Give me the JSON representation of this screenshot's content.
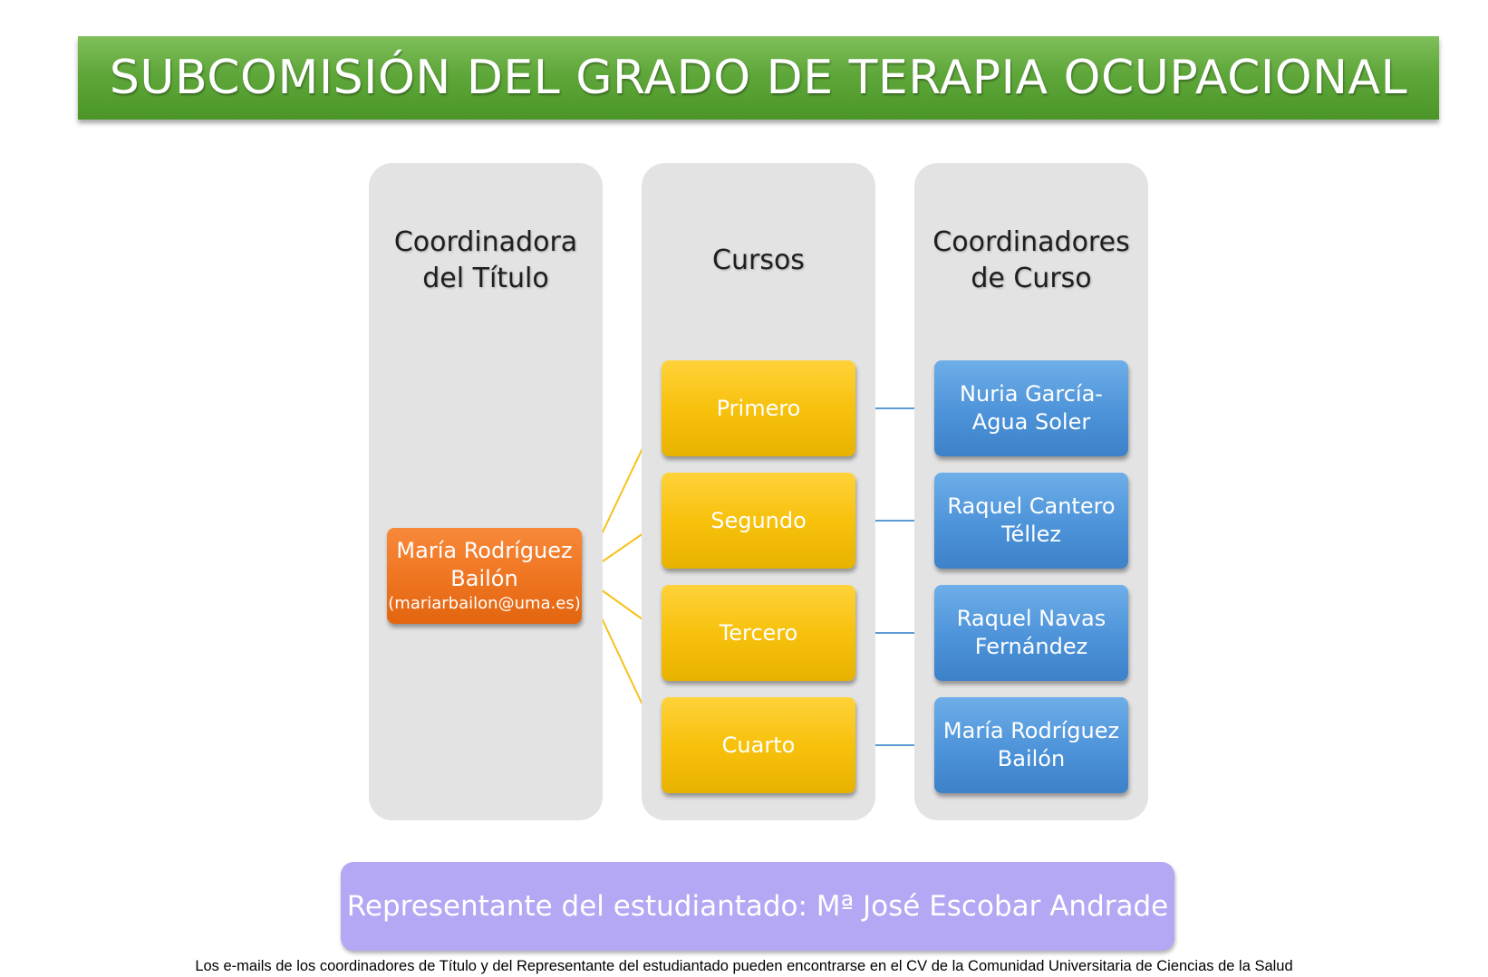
{
  "title": "SUBCOMISIÓN DEL GRADO DE TERAPIA OCUPACIONAL",
  "columns": {
    "left_title": [
      "Coordinadora",
      "del Título"
    ],
    "middle_title": "Cursos",
    "right_title": [
      "Coordinadores",
      "de Curso"
    ]
  },
  "main_coordinator": {
    "name": [
      "María Rodríguez",
      "Bailón"
    ],
    "email": "(mariarbailon@uma.es)"
  },
  "courses": [
    "Primero",
    "Segundo",
    "Tercero",
    "Cuarto"
  ],
  "course_coordinators": [
    [
      "Nuria García-",
      "Agua Soler"
    ],
    [
      "Raquel Cantero",
      "Téllez"
    ],
    [
      "Raquel Navas",
      "Fernández"
    ],
    [
      "María Rodríguez",
      "Bailón"
    ]
  ],
  "student_rep": "Representante del estudiantado: Mª José Escobar Andrade",
  "footnote": "Los e-mails de los coordinadores de Título y del Representante del estudiantado pueden encontrarse en el CV de la Comunidad Universitaria de Ciencias de la Salud",
  "colors": {
    "header_green": "#5fa73a",
    "orange": "#ef7420",
    "yellow": "#f7c10c",
    "blue": "#4d93d9",
    "purple": "#b4a7f4",
    "yellow_line": "#f5c21b",
    "blue_line": "#5b9bd5"
  }
}
